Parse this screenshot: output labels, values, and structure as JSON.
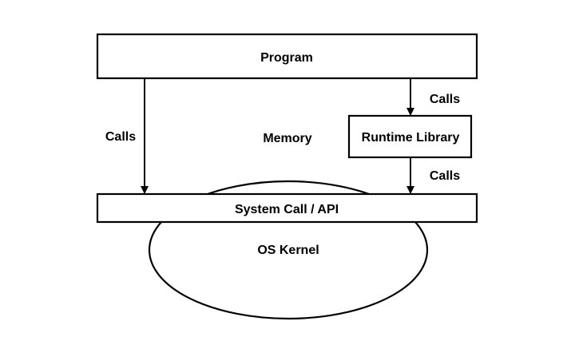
{
  "nodes": {
    "program": "Program",
    "runtime_library": "Runtime Library",
    "system_call_api": "System Call / API",
    "os_kernel": "OS Kernel",
    "memory": "Memory"
  },
  "edges": {
    "program_to_syscall": "Calls",
    "program_to_runtime": "Calls",
    "runtime_to_syscall": "Calls"
  },
  "colors": {
    "stroke": "#000000",
    "fill": "#ffffff",
    "text": "#000000"
  }
}
